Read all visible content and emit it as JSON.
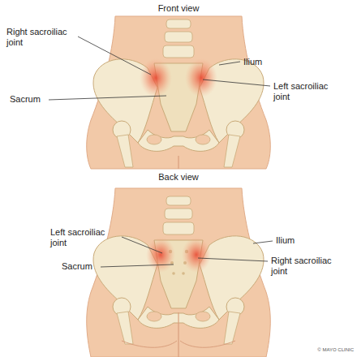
{
  "diagram": {
    "labels": [
      "Front view",
      "Right sacroiliac joint",
      "Ilium",
      "Sacrum",
      "Left sacroiliac joint",
      "Back view",
      "Left sacroiliac joint",
      "Sacrum",
      "Ilium",
      "Right sacroiliac joint",
      "© MAYO CLINIC"
    ]
  }
}
